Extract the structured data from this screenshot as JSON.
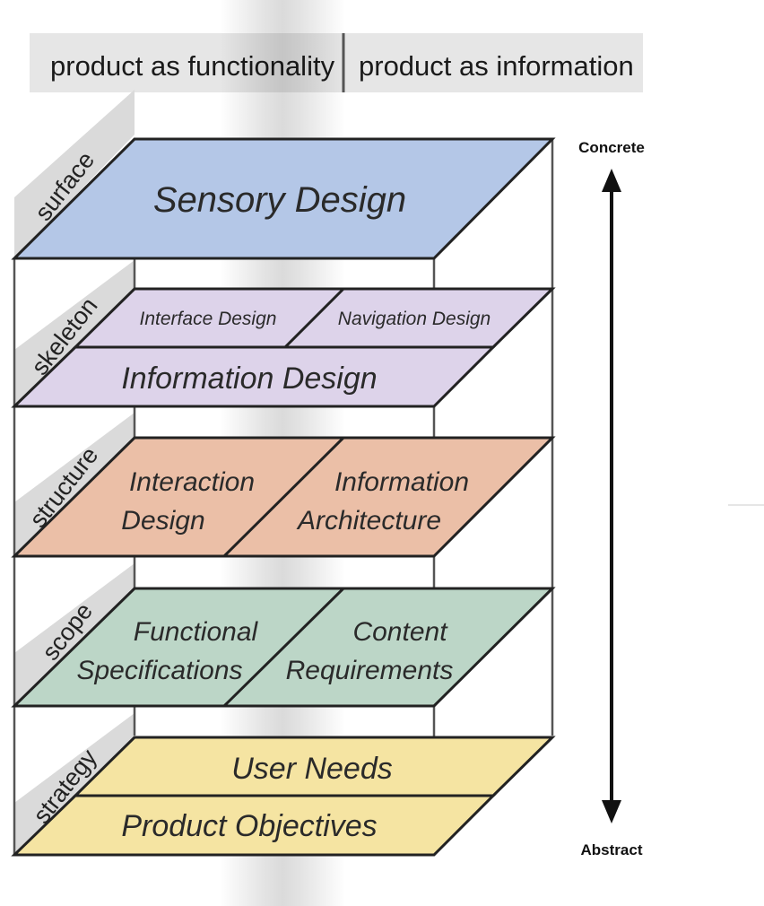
{
  "header": {
    "left_label": "product as functionality",
    "right_label": "product as information"
  },
  "layers": {
    "surface": {
      "label": "surface",
      "planes": {
        "main": "Sensory Design"
      }
    },
    "skeleton": {
      "label": "skeleton",
      "planes": {
        "interface": "Interface Design",
        "navigation": "Navigation Design",
        "information": "Information Design"
      }
    },
    "structure": {
      "label": "structure",
      "planes": {
        "interaction_line1": "Interaction",
        "interaction_line2": "Design",
        "ia_line1": "Information",
        "ia_line2": "Architecture"
      }
    },
    "scope": {
      "label": "scope",
      "planes": {
        "functional_line1": "Functional",
        "functional_line2": "Specifications",
        "content_line1": "Content",
        "content_line2": "Requirements"
      }
    },
    "strategy": {
      "label": "strategy",
      "planes": {
        "user_needs": "User Needs",
        "product_objectives": "Product Objectives"
      }
    }
  },
  "axis": {
    "top_label": "Concrete",
    "bottom_label": "Abstract"
  },
  "colors": {
    "surface": "#b4c7e7",
    "skeleton": "#ddd3ea",
    "structure": "#ebbfa7",
    "scope": "#bcd6c7",
    "strategy": "#f5e4a2",
    "header_bg": "#e6e6e6",
    "label_tab": "#dcdcdc"
  }
}
